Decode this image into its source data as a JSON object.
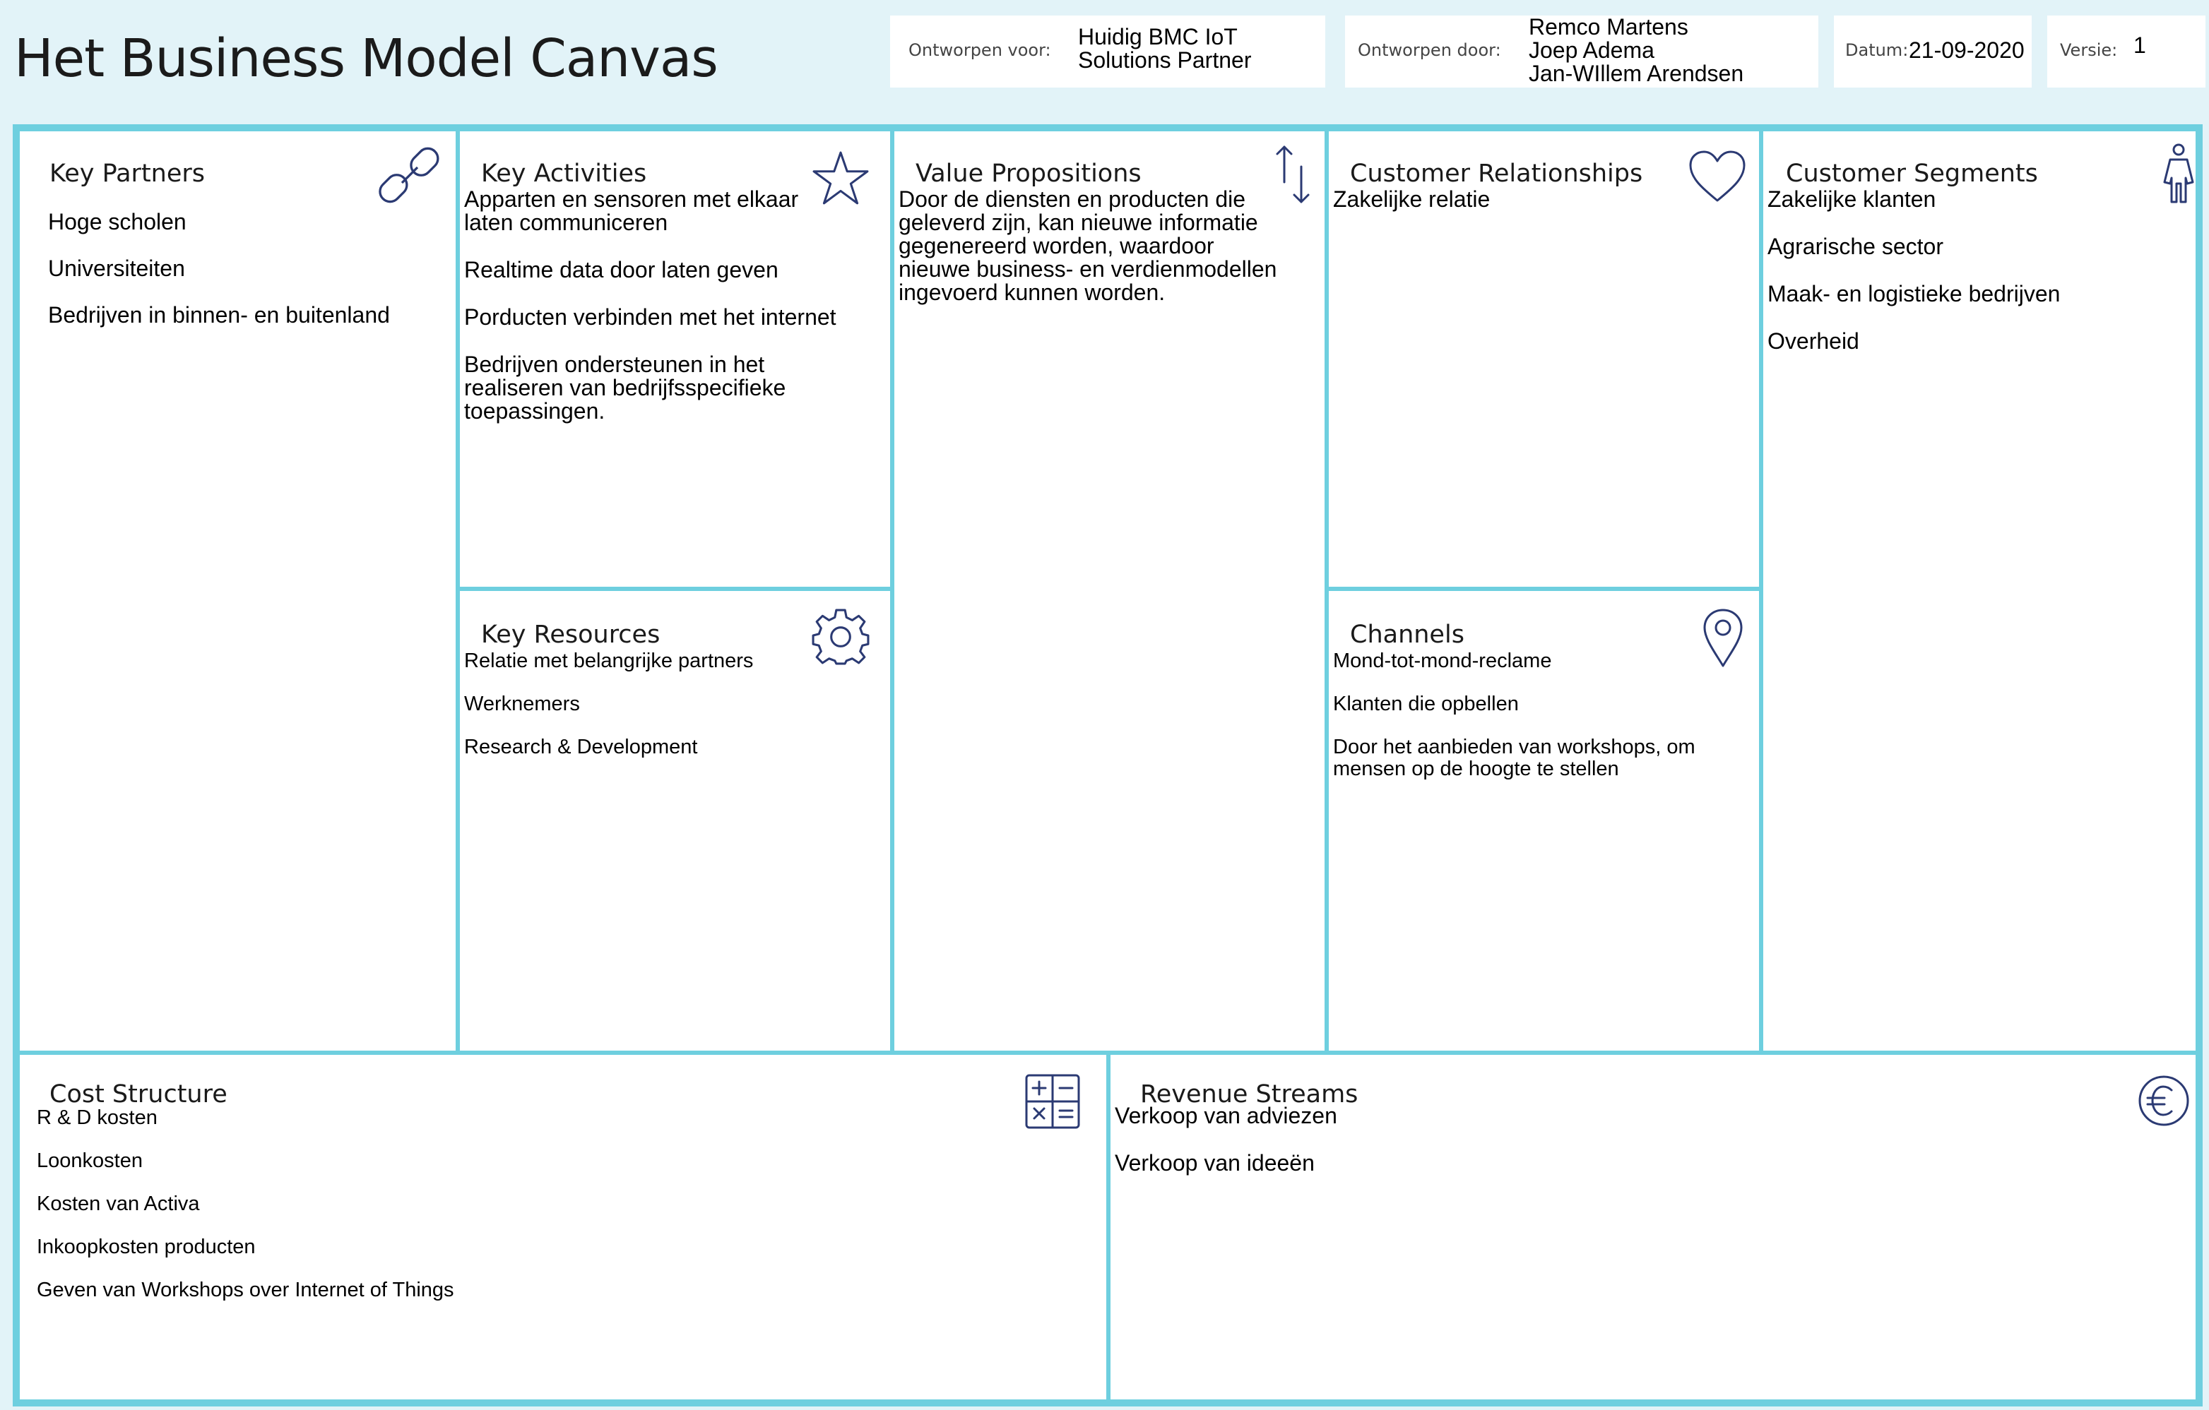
{
  "page_title": "Het Business Model Canvas",
  "header": {
    "designed_for_label": "Ontworpen voor:",
    "designed_for_value": "Huidig BMC IoT\nSolutions Partner",
    "designed_by_label": "Ontworpen door:",
    "designed_by_value": "Remco Martens\nJoep Adema\nJan-WIllem Arendsen",
    "date_label": "Datum:",
    "date_value": "21-09-2020",
    "version_label": "Versie:",
    "version_value": "1"
  },
  "blocks": {
    "key_partners": {
      "title": "Key Partners",
      "icon": "link-icon",
      "items": [
        "Hoge scholen",
        "Universiteiten",
        "Bedrijven in binnen- en buitenland"
      ]
    },
    "key_activities": {
      "title": "Key Activities",
      "icon": "star-icon",
      "items": [
        "Apparten en sensoren met elkaar\nlaten communiceren",
        "Realtime data door laten geven",
        "Porducten verbinden met het internet",
        "Bedrijven ondersteunen in het\nrealiseren van bedrijfsspecifieke\ntoepassingen."
      ]
    },
    "key_resources": {
      "title": "Key Resources",
      "icon": "gear-icon",
      "items": [
        "Relatie met belangrijke partners",
        "Werknemers",
        "Research & Development"
      ]
    },
    "value_propositions": {
      "title": "Value Propositions",
      "icon": "arrows-up-down-icon",
      "items": [
        "Door de diensten en producten die\ngeleverd zijn, kan nieuwe informatie\ngegenereerd worden, waardoor\nnieuwe business- en verdienmodellen\ningevoerd kunnen worden."
      ]
    },
    "customer_relationships": {
      "title": "Customer Relationships",
      "icon": "heart-icon",
      "items": [
        "Zakelijke relatie"
      ]
    },
    "channels": {
      "title": "Channels",
      "icon": "location-pin-icon",
      "items": [
        "Mond-tot-mond-reclame",
        "Klanten die opbellen",
        "Door het aanbieden van workshops, om\nmensen op de hoogte te stellen"
      ]
    },
    "customer_segments": {
      "title": "Customer Segments",
      "icon": "person-icon",
      "items": [
        "Zakelijke klanten",
        "Agrarische sector",
        "Maak- en logistieke bedrijven",
        "Overheid"
      ]
    },
    "cost_structure": {
      "title": "Cost Structure",
      "icon": "calculator-icon",
      "items": [
        "R & D kosten",
        "Loonkosten",
        "Kosten van Activa",
        "Inkoopkosten producten",
        "Geven van Workshops over Internet of Things"
      ]
    },
    "revenue_streams": {
      "title": "Revenue Streams",
      "icon": "euro-icon",
      "items": [
        "Verkoop van adviezen",
        "Verkoop van ideeën"
      ]
    }
  },
  "colors": {
    "frame": "#6ecfdf",
    "background": "#e2f3f8",
    "icon": "#2b3a73"
  }
}
